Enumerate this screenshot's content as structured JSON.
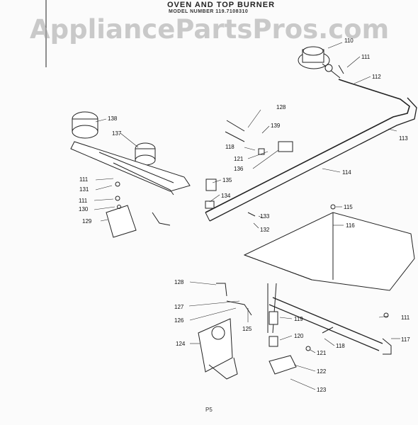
{
  "header": {
    "title": "OVEN AND TOP BURNER",
    "model": "MODEL NUMBER 119.7108310"
  },
  "watermark": "AppliancePartsPros.com",
  "page_number": "P5",
  "parts": [
    {
      "id": "part-110",
      "number": "110"
    },
    {
      "id": "part-111-top",
      "number": "111"
    },
    {
      "id": "part-112",
      "number": "112"
    },
    {
      "id": "part-113",
      "number": "113"
    },
    {
      "id": "part-138",
      "number": "138"
    },
    {
      "id": "part-137",
      "number": "137"
    },
    {
      "id": "part-128-top",
      "number": "128"
    },
    {
      "id": "part-139",
      "number": "139"
    },
    {
      "id": "part-118-top",
      "number": "118"
    },
    {
      "id": "part-121-top",
      "number": "121"
    },
    {
      "id": "part-136",
      "number": "136"
    },
    {
      "id": "part-114",
      "number": "114"
    },
    {
      "id": "part-111-left1",
      "number": "111"
    },
    {
      "id": "part-131",
      "number": "131"
    },
    {
      "id": "part-135",
      "number": "135"
    },
    {
      "id": "part-134",
      "number": "134"
    },
    {
      "id": "part-111-left2",
      "number": "111"
    },
    {
      "id": "part-130",
      "number": "130"
    },
    {
      "id": "part-129",
      "number": "129"
    },
    {
      "id": "part-115",
      "number": "115"
    },
    {
      "id": "part-116",
      "number": "116"
    },
    {
      "id": "part-133",
      "number": "133"
    },
    {
      "id": "part-132",
      "number": "132"
    },
    {
      "id": "part-128-bottom",
      "number": "128"
    },
    {
      "id": "part-127",
      "number": "127"
    },
    {
      "id": "part-126",
      "number": "126"
    },
    {
      "id": "part-125",
      "number": "125"
    },
    {
      "id": "part-119",
      "number": "119"
    },
    {
      "id": "part-111-right",
      "number": "111"
    },
    {
      "id": "part-120",
      "number": "120"
    },
    {
      "id": "part-117",
      "number": "117"
    },
    {
      "id": "part-124",
      "number": "124"
    },
    {
      "id": "part-118-bottom",
      "number": "118"
    },
    {
      "id": "part-121-bottom",
      "number": "121"
    },
    {
      "id": "part-122",
      "number": "122"
    },
    {
      "id": "part-123",
      "number": "123"
    }
  ]
}
